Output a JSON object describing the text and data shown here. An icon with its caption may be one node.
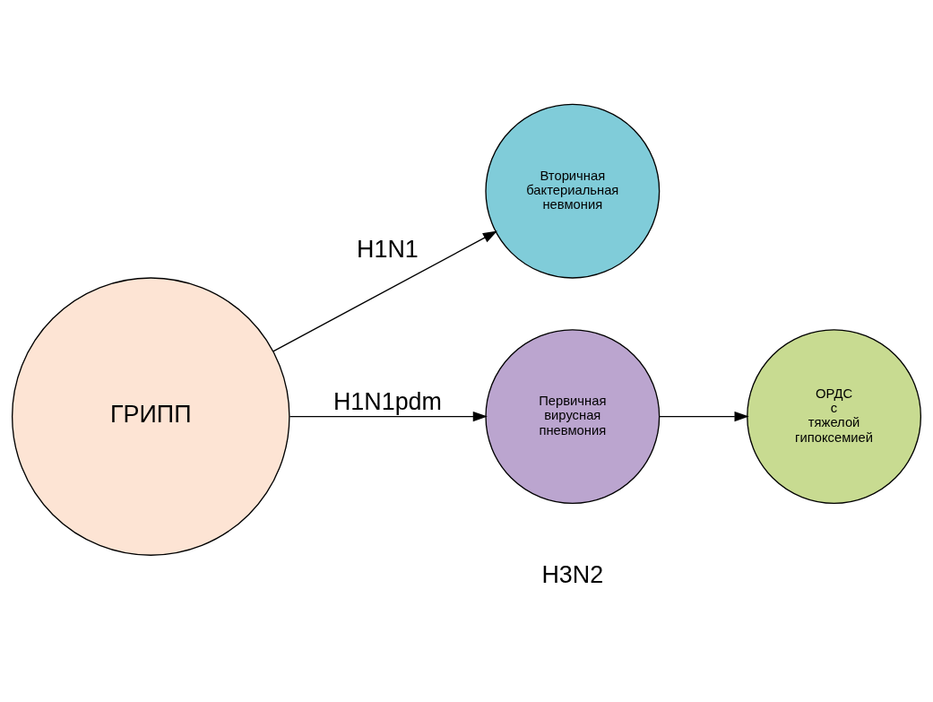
{
  "diagram": {
    "nodes": [
      {
        "text": [
          "ГРИПП"
        ]
      },
      {
        "text": [
          "Вторичная бактериальная невмония"
        ]
      },
      {
        "text": [
          "Первичная вирусная пневмония"
        ]
      },
      {
        "text": [
          "ОРДС с тяжелой гипоксемией"
        ]
      }
    ],
    "edges": [
      {
        "from": 0,
        "to": 1,
        "arrow": "to",
        "label": "H1N1"
      },
      {
        "from": 0,
        "to": 2,
        "arrow": "to",
        "label": "H1N1pdm"
      },
      {
        "from": 2,
        "to": 3,
        "arrow": "to"
      }
    ],
    "labels": [
      "H3N2"
    ]
  }
}
